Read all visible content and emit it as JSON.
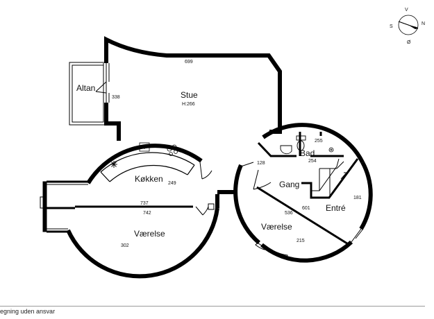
{
  "rooms": {
    "altan": "Altan",
    "stue": "Stue",
    "stue_height": "H:266",
    "koekken": "Køkken",
    "vaerelse_left": "Værelse",
    "bad": "Bad",
    "gang": "Gang",
    "entre": "Entré",
    "vaerelse_right": "Værelse"
  },
  "dimensions": {
    "stue_width": "699",
    "stue_depth": "338",
    "koekken": "249",
    "koekken_width": "737",
    "vaerelse_width": "742",
    "vaerelse_depth": "302",
    "bad_width": "255",
    "bad_depth": "254",
    "gang": "128",
    "entre_depth": "181",
    "diag_a": "536",
    "diag_b": "601",
    "vaerelse_right": "215"
  },
  "compass": {
    "n": "N",
    "s": "S",
    "v": "V",
    "o": "Ø"
  },
  "footer": {
    "disclaimer": "egning uden ansvar"
  },
  "colors": {
    "wall": "#000000",
    "background": "#ffffff",
    "footer_rule": "#9a9a9a"
  }
}
